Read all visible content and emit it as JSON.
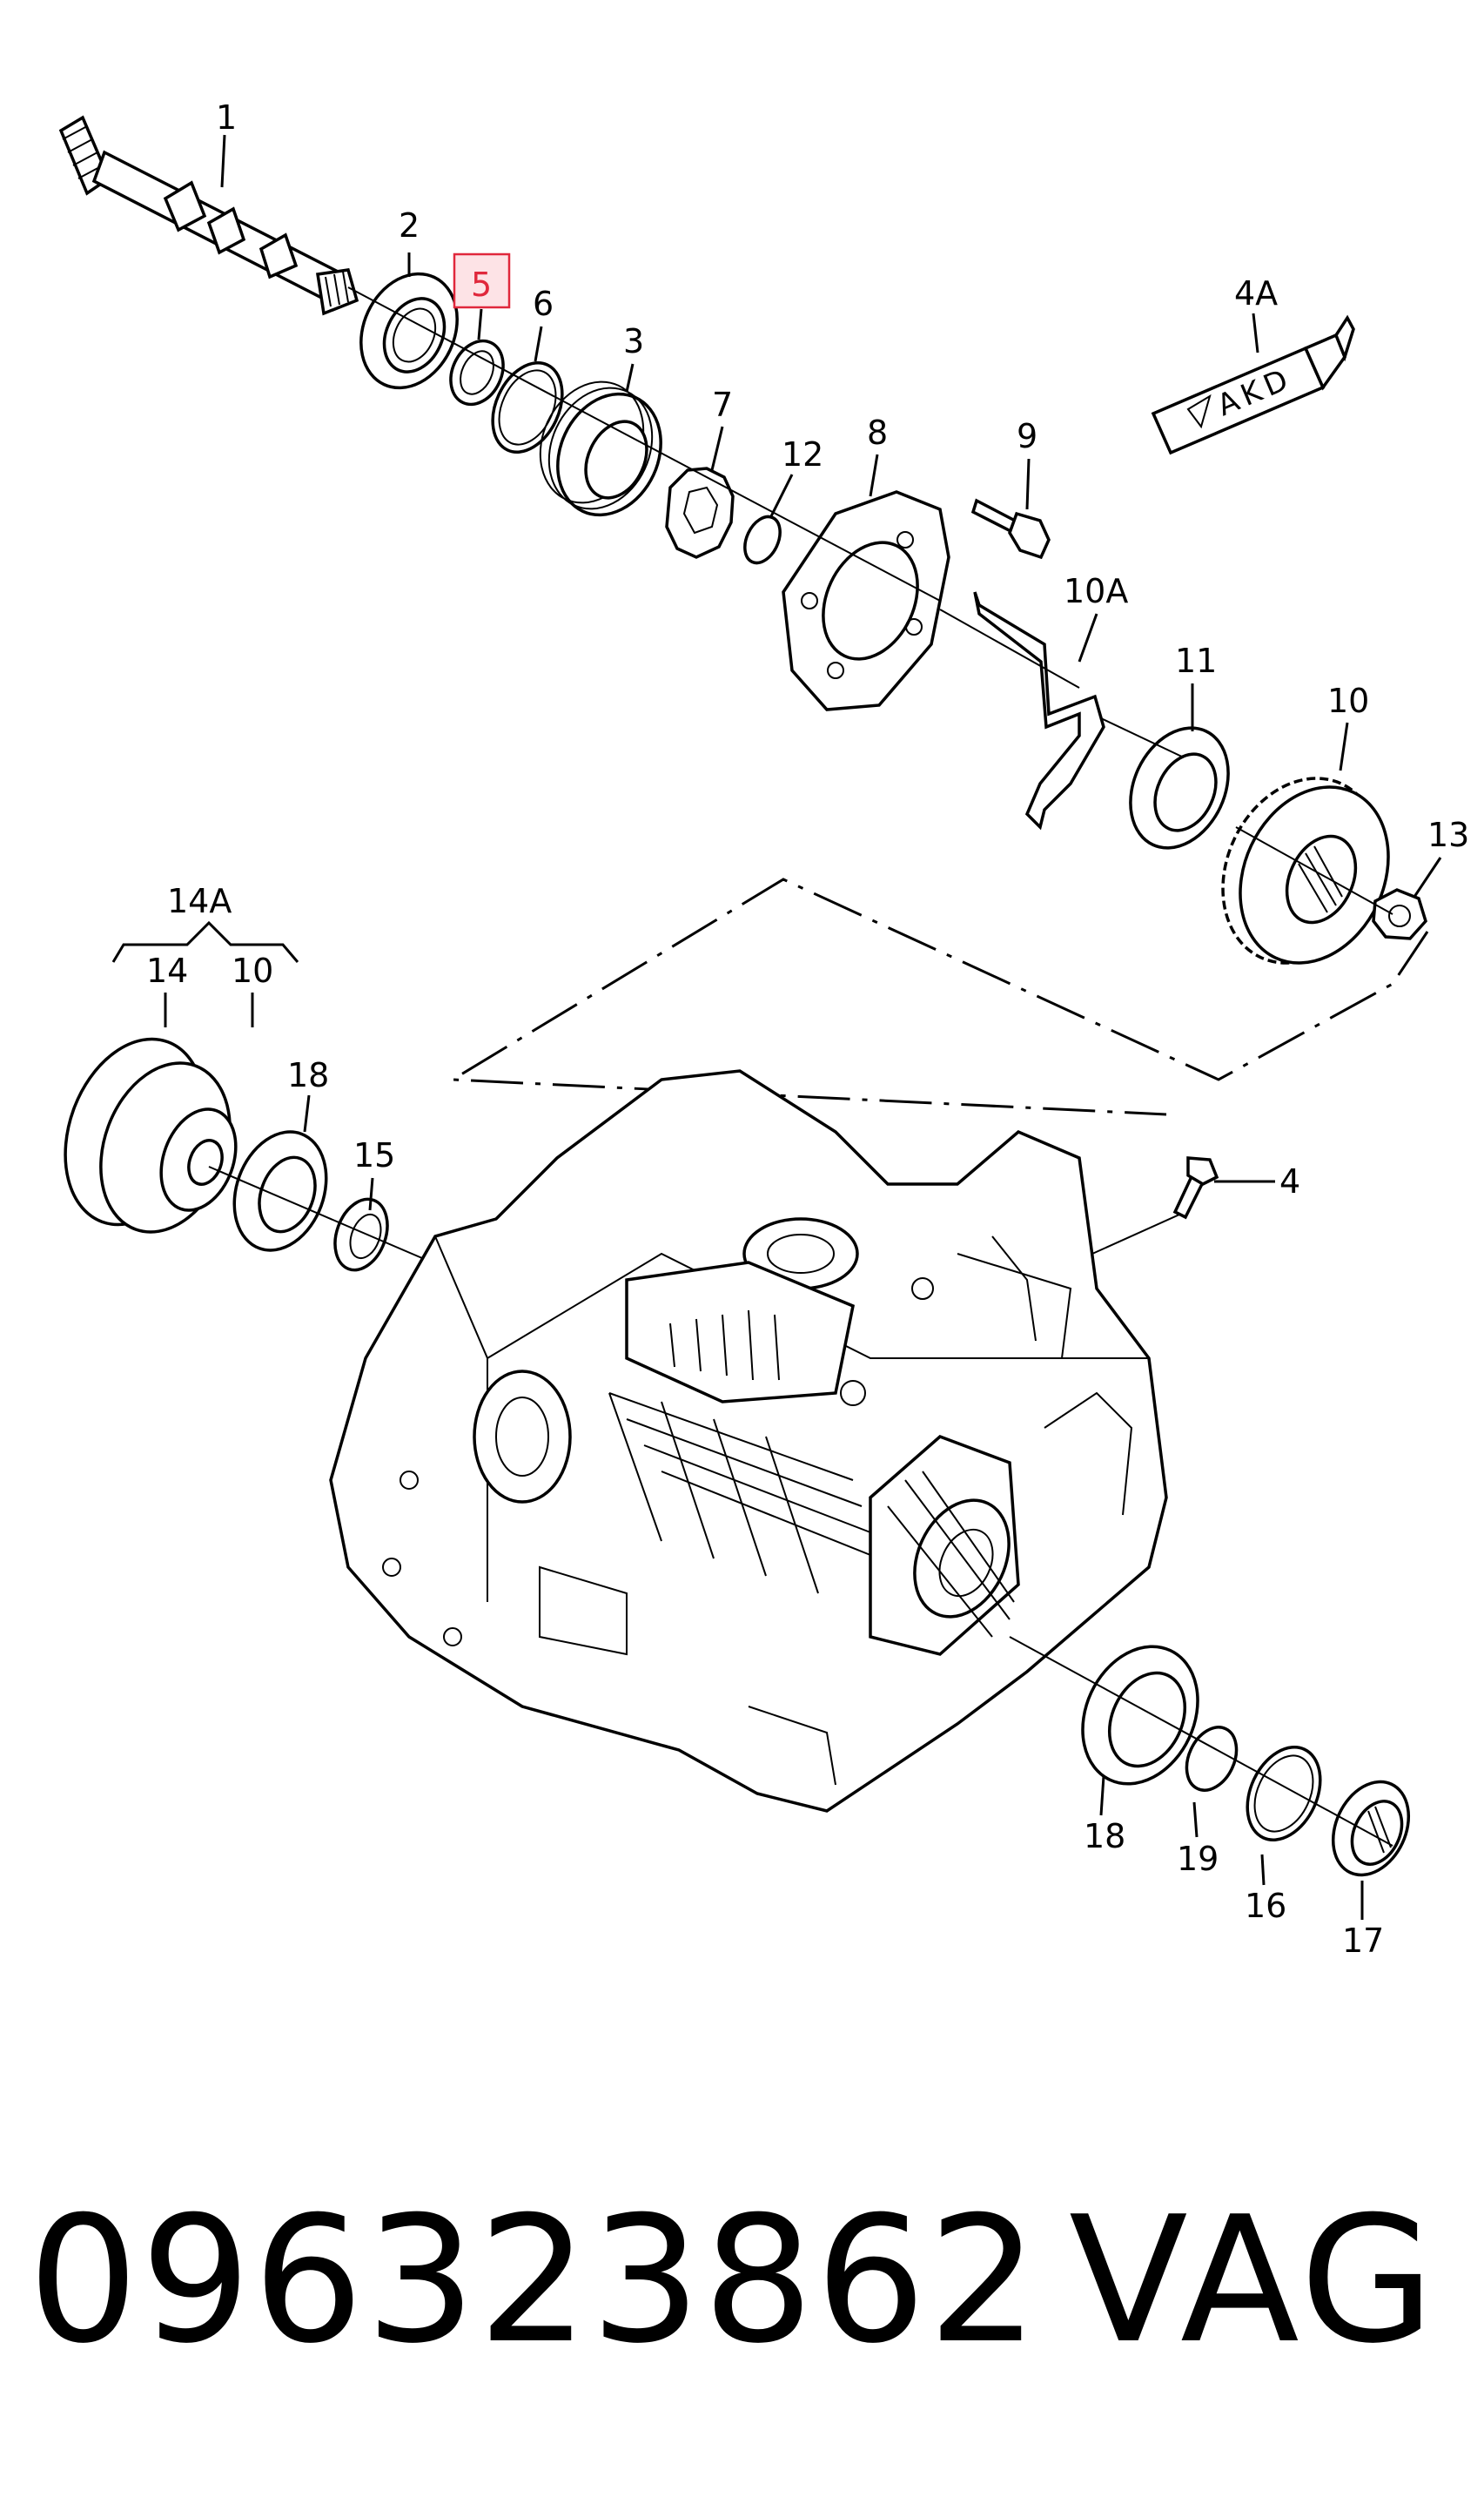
{
  "diagram": {
    "callouts": {
      "c1": "1",
      "c2": "2",
      "c3": "3",
      "c4": "4",
      "c4a": "4A",
      "c5": "5",
      "c6": "6",
      "c7": "7",
      "c8": "8",
      "c9": "9",
      "c10": "10",
      "c10a": "10A",
      "c11": "11",
      "c12": "12",
      "c13": "13",
      "c14a": "14A",
      "c14": "14",
      "c14_10": "10",
      "c15": "15",
      "c16": "16",
      "c17": "17",
      "c18a": "18",
      "c18b": "18",
      "c19": "19"
    },
    "tube_label": "AKD",
    "highlighted_callout": "5",
    "highlight_color": "#e0283c"
  },
  "footer": {
    "part_number": "096323862",
    "brand": "VAG"
  }
}
